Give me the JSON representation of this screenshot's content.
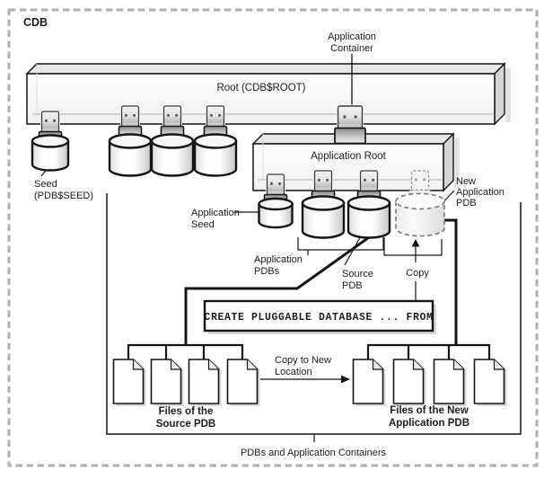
{
  "cdb": {
    "label": "CDB"
  },
  "root_box": {
    "label": "Root (CDB$ROOT)"
  },
  "application_container": {
    "label": [
      "Application",
      "Container"
    ]
  },
  "seed": {
    "label": [
      "Seed",
      "(PDB$SEED)"
    ]
  },
  "application_root": {
    "label": "Application Root"
  },
  "application_seed": {
    "label": [
      "Application",
      "Seed"
    ]
  },
  "application_pdbs": {
    "label": [
      "Application",
      "PDBs"
    ]
  },
  "source_pdb": {
    "label": [
      "Source",
      "PDB"
    ]
  },
  "new_application_pdb": {
    "label": [
      "New",
      "Application",
      "PDB"
    ]
  },
  "copy": {
    "label": "Copy"
  },
  "sql_statement": {
    "text": "CREATE PLUGGABLE DATABASE ... FROM"
  },
  "copy_to_new_location": {
    "label": [
      "Copy to New",
      "Location"
    ]
  },
  "files_source": {
    "label": [
      "Files of the",
      "Source PDB"
    ]
  },
  "files_new": {
    "label": [
      "Files of the New",
      "Application PDB"
    ]
  },
  "footer": {
    "label": "PDBs and Application Containers"
  },
  "colors": {
    "outline": "#141414",
    "dashed_border": "#b3b3b3",
    "box_top": "#e8e8e8",
    "box_side": "#d6d6d6",
    "shadow": "#d8d8d8"
  }
}
